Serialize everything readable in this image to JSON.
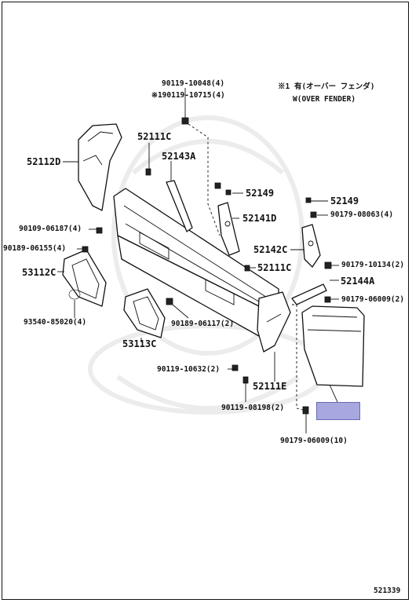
{
  "header": {
    "note_line1": "※1 有(オーバー フェンダ)",
    "note_line2": "W(OVER FENDER)"
  },
  "labels": {
    "p90119_10048": "90119-10048(4)",
    "p90119_10715": "※190119-10715(4)",
    "p52111C_top": "52111C",
    "p52143A": "52143A",
    "p52112D": "52112D",
    "p52149_left": "52149",
    "p52149_right": "52149",
    "p52141D": "52141D",
    "p90179_08063": "90179-08063(4)",
    "p90109_06187": "90109-06187(4)",
    "p90189_06155": "90189-06155(4)",
    "p52142C": "52142C",
    "p90179_10134": "90179-10134(2)",
    "p52111C_mid": "52111C",
    "p53112C": "53112C",
    "p52144A": "52144A",
    "p90179_06009_2": "90179-06009(2)",
    "p93540_85020": "93540-85020(4)",
    "p90189_06117": "90189-06117(2)",
    "p53113C": "53113C",
    "p90119_10632": "90119-10632(2)",
    "p52111E": "52111E",
    "p90119_08198": "90119-08198(2)",
    "p90179_06009_10": "90179-06009(10)"
  },
  "footer": {
    "diagram_code": "521339"
  },
  "colors": {
    "highlight": "#a8a8e0",
    "line": "#111111",
    "watermark": "#ececec"
  }
}
